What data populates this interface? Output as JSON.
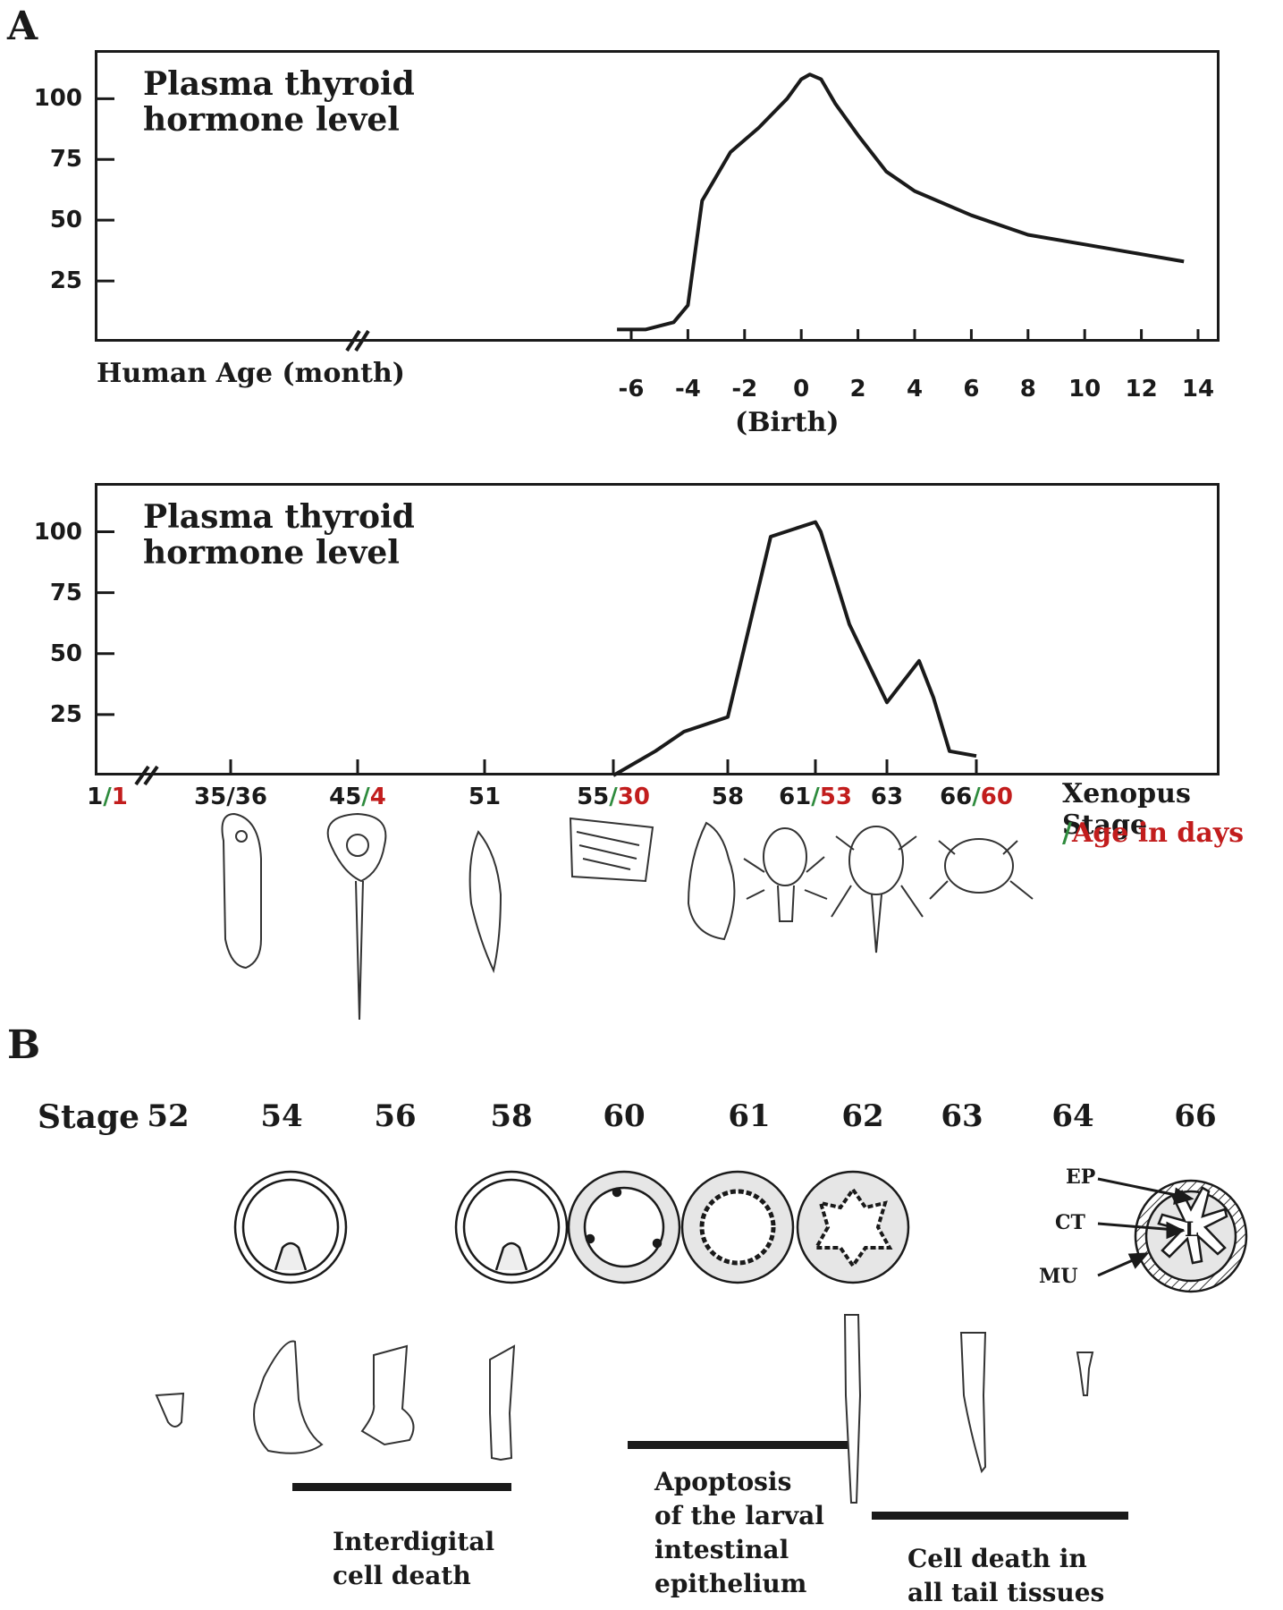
{
  "panel_a": {
    "letter": "A",
    "human_plot": {
      "title_line1": "Plasma thyroid",
      "title_line2": "hormone level",
      "y_ticks": [
        "100",
        "75",
        "50",
        "25"
      ],
      "x_ticks": [
        "-6",
        "-4",
        "-2",
        "0",
        "2",
        "4",
        "6",
        "8",
        "10",
        "12",
        "14"
      ],
      "x_axis_label": "Human Age (month)",
      "birth_label": "(Birth)"
    },
    "xenopus_plot": {
      "title_line1": "Plasma thyroid",
      "title_line2": "hormone level",
      "y_ticks": [
        "100",
        "75",
        "50",
        "25"
      ],
      "x_ticks": [
        {
          "stage": "1",
          "sep": "/",
          "days": "1"
        },
        {
          "stage": "35/36",
          "sep": "",
          "days": ""
        },
        {
          "stage": "45",
          "sep": "/",
          "days": "4"
        },
        {
          "stage": "51",
          "sep": "",
          "days": ""
        },
        {
          "stage": "55",
          "sep": "/",
          "days": "30"
        },
        {
          "stage": "58",
          "sep": "",
          "days": ""
        },
        {
          "stage": "61",
          "sep": "/",
          "days": "53"
        },
        {
          "stage": "63",
          "sep": "",
          "days": ""
        },
        {
          "stage": "66",
          "sep": "/",
          "days": "60"
        }
      ],
      "axis_label_stage": "Xenopus Stage",
      "axis_label_sep": "/",
      "axis_label_days": "Age in days"
    }
  },
  "chart_data": [
    {
      "type": "line",
      "title": "Plasma thyroid hormone level",
      "xlabel": "Human Age (month)",
      "ylabel": "",
      "xlim": [
        -7.5,
        14.5
      ],
      "ylim": [
        0,
        120
      ],
      "series": [
        {
          "x": [
            -6.5,
            -5.5,
            -4.5,
            -4,
            -3.5,
            -2.5,
            -1.5,
            -0.5,
            0,
            0.3,
            0.7,
            1.2,
            2,
            3,
            4,
            6,
            8,
            10,
            12,
            13.5
          ],
          "y": [
            5,
            5,
            8,
            15,
            58,
            78,
            88,
            100,
            108,
            110,
            108,
            98,
            85,
            70,
            62,
            52,
            44,
            40,
            36,
            33
          ]
        }
      ]
    },
    {
      "type": "line",
      "title": "Plasma thyroid hormone level",
      "xlabel": "Xenopus Stage /Age in days",
      "ylabel": "",
      "categories": [
        "1",
        "35/36",
        "45",
        "51",
        "55",
        "58",
        "61",
        "63",
        "66"
      ],
      "ylim": [
        0,
        120
      ],
      "series": [
        {
          "x": [
            "55",
            "56",
            "57",
            "58",
            "59",
            "61",
            "61.5",
            "62.5",
            "63",
            "64",
            "64.5",
            "65",
            "66"
          ],
          "y": [
            0,
            10,
            18,
            24,
            98,
            104,
            100,
            62,
            30,
            47,
            32,
            10,
            8
          ]
        }
      ]
    }
  ],
  "panel_b": {
    "letter": "B",
    "stage_label": "Stage",
    "stages": [
      "52",
      "54",
      "56",
      "58",
      "60",
      "61",
      "62",
      "63",
      "64",
      "66"
    ],
    "intestine_labels": {
      "ep": "EP",
      "ct": "CT",
      "mu": "MU",
      "lumen": "L"
    },
    "bars": [
      {
        "line1": "Interdigital",
        "line2": "cell death",
        "line3": ""
      },
      {
        "line1": "Apoptosis",
        "line2": "of the larval",
        "line3": "intestinal",
        "line4": "epithelium"
      },
      {
        "line1": "Cell death in",
        "line2": "all tail tissues"
      }
    ]
  }
}
